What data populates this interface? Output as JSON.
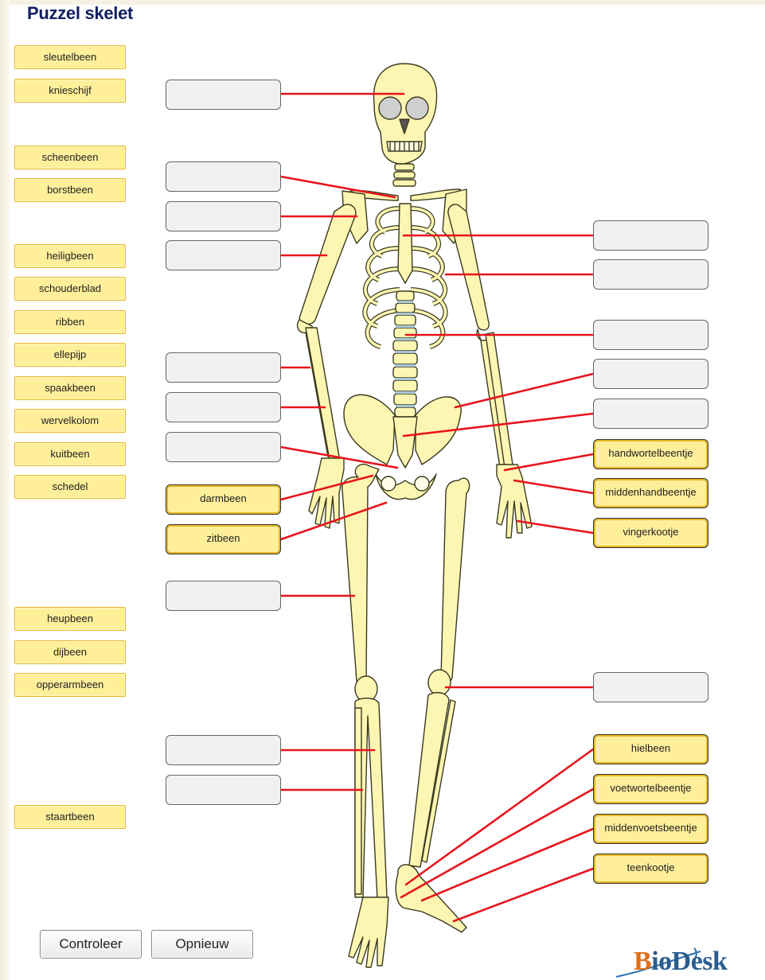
{
  "title": "Puzzel skelet",
  "word_bank": [
    "sleutelbeen",
    "knieschijf",
    "scheenbeen",
    "borstbeen",
    "heiligbeen",
    "schouderblad",
    "ribben",
    "ellepijp",
    "spaakbeen",
    "wervelkolom",
    "kuitbeen",
    "schedel",
    "heupbeen",
    "dijbeen",
    "opperarmbeen",
    "staartbeen"
  ],
  "placed": {
    "darmbeen": "darmbeen",
    "zitbeen": "zitbeen",
    "handwortelbeentje": "handwortelbeentje",
    "middenhandbeentje": "middenhandbeentje",
    "vingerkootje": "vingerkootje",
    "hielbeen": "hielbeen",
    "voetwortelbeentje": "voetwortelbeentje",
    "middenvoetsbeentje": "middenvoetsbeentje",
    "teenkootje": "teenkootje"
  },
  "buttons": {
    "check": "Controleer",
    "reset": "Opnieuw"
  },
  "logo": {
    "text_accent": "B",
    "text_rest": "ioDesk"
  },
  "colors": {
    "bone": "#fdf6b2",
    "bone_outline": "#3a3a20",
    "leader_line": "#e8141c",
    "tile": "#ffef9a",
    "tile_border": "#e6b626",
    "title": "#102060"
  }
}
